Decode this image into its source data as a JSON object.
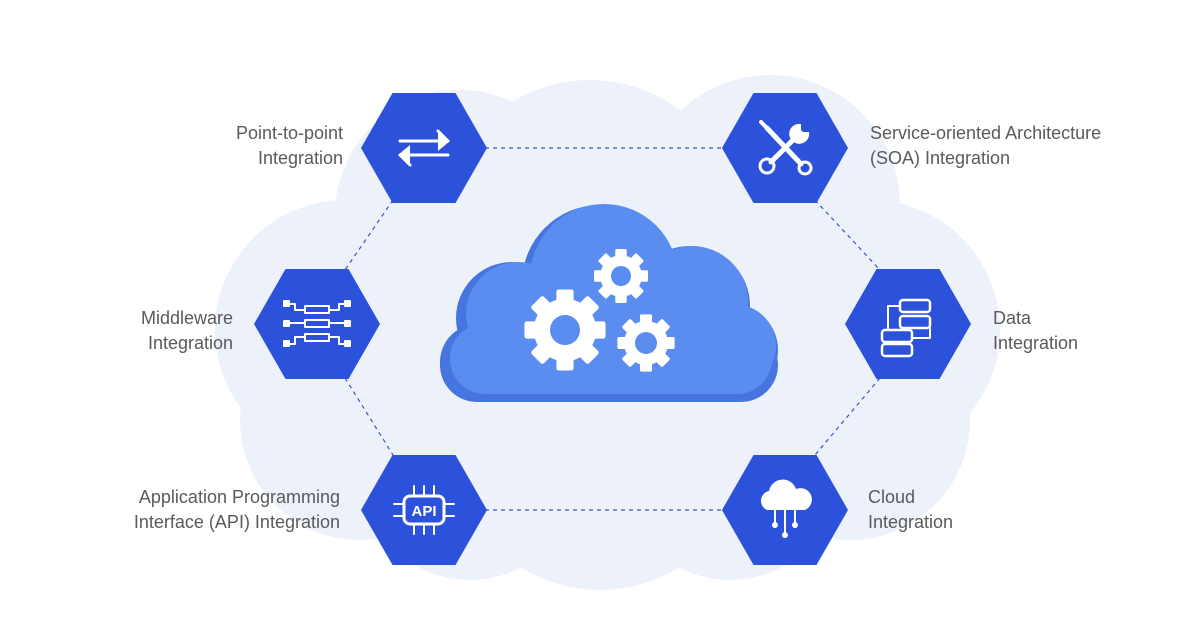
{
  "colors": {
    "background_cloud": "#edf1fa",
    "hexagon": "#2c52dc",
    "connector": "#3455c8",
    "center_cloud": "#5b8cf0",
    "center_cloud_shadow": "#4675e0",
    "icon": "#ffffff",
    "text": "#5a5a5a"
  },
  "center": {
    "icon": "cloud-gears-icon"
  },
  "nodes": [
    {
      "id": "p2p",
      "icon": "arrows-exchange-icon",
      "lines": [
        "Point-to-point",
        "Integration"
      ]
    },
    {
      "id": "soa",
      "icon": "tools-icon",
      "lines": [
        "Service-oriented Architecture",
        "(SOA) Integration"
      ]
    },
    {
      "id": "middleware",
      "icon": "middleware-icon",
      "lines": [
        "Middleware",
        "Integration"
      ]
    },
    {
      "id": "data",
      "icon": "database-icon",
      "lines": [
        "Data",
        "Integration"
      ]
    },
    {
      "id": "api",
      "icon": "api-chip-icon",
      "chip_text": "API",
      "lines": [
        "Application Programming",
        "Interface (API) Integration"
      ]
    },
    {
      "id": "cloud",
      "icon": "cloud-network-icon",
      "lines": [
        "Cloud",
        "Integration"
      ]
    }
  ]
}
